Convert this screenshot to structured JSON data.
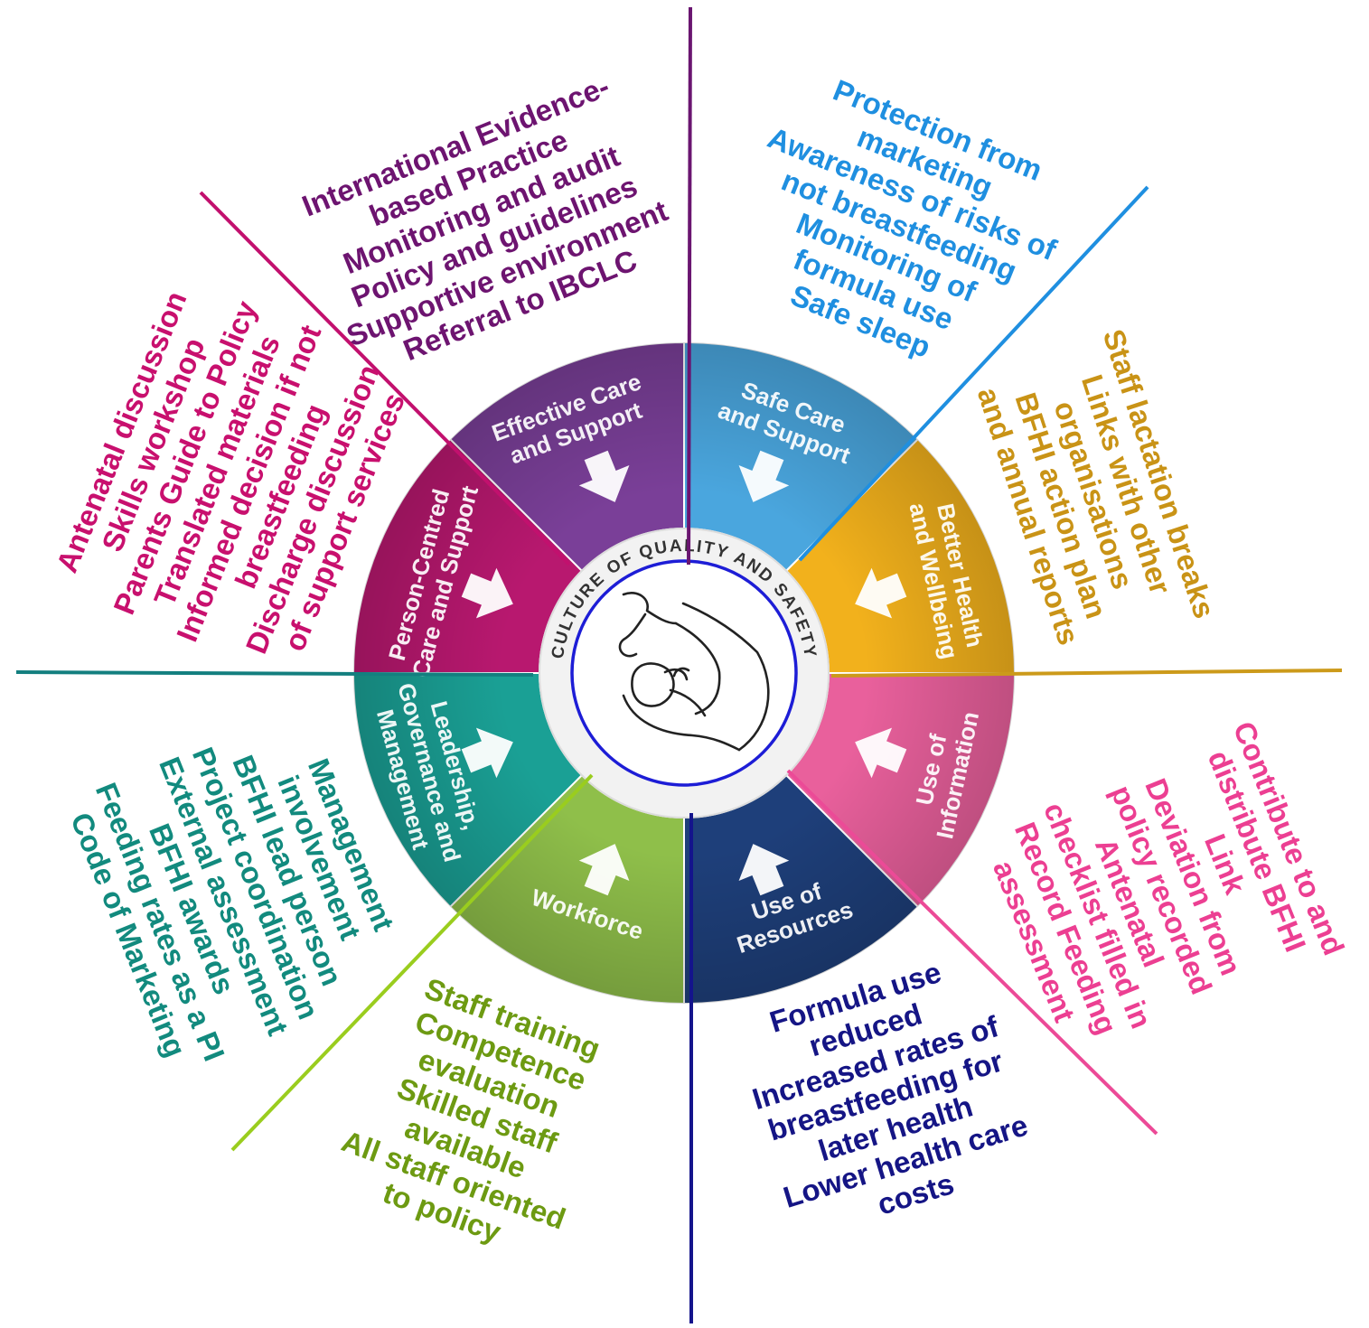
{
  "center": {
    "title": "CULTURE OF QUALITY AND SAFETY",
    "image": "breastfeeding-mother-icon"
  },
  "segments": [
    {
      "name": "Effective Care and Support",
      "label_lines": [
        "Effective Care",
        "and Support"
      ],
      "color": "#7a3f98",
      "divider_color": "#6a1570",
      "text_color": "#6d1470",
      "items": [
        "International Evidence-",
        "based Practice",
        "Monitoring and audit",
        "Policy and guidelines",
        "Supportive environment",
        "Referral to IBCLC"
      ]
    },
    {
      "name": "Safe Care and Support",
      "label_lines": [
        "Safe Care",
        "and Support"
      ],
      "color": "#4aa6de",
      "divider_color": "#1f8fe0",
      "text_color": "#1f8fe0",
      "items": [
        "Protection from",
        "marketing",
        "Awareness of risks of",
        "not breastfeeding",
        "Monitoring of",
        "formula use",
        "Safe sleep"
      ]
    },
    {
      "name": "Better Health and Wellbeing",
      "label_lines": [
        "Better Health",
        "and Wellbeing"
      ],
      "color": "#f2b11c",
      "divider_color": "#cc9a1a",
      "text_color": "#c99316",
      "items": [
        "Staff lactation breaks",
        "Links with other",
        "organisations",
        "BFHI action plan",
        "and annual reports"
      ]
    },
    {
      "name": "Use of Information",
      "label_lines": [
        "Use of",
        "Information"
      ],
      "color": "#e9609c",
      "divider_color": "#ec4a97",
      "text_color": "#ec3f92",
      "items": [
        "Contribute to and",
        "distribute BFHI",
        "Link",
        "Deviation from",
        "policy recorded",
        "Antenatal",
        "checklist filled in",
        "Record Feeding",
        "assessment"
      ]
    },
    {
      "name": "Use of Resources",
      "label_lines": [
        "Use of",
        "Resources"
      ],
      "color": "#1e3f7a",
      "divider_color": "#14148c",
      "text_color": "#151585",
      "items": [
        "Formula use",
        "reduced",
        "Increased rates of",
        "breastfeeding for",
        "later health",
        "Lower health care",
        "costs"
      ]
    },
    {
      "name": "Workforce",
      "label_lines": [
        "Workforce"
      ],
      "color": "#8fbf4a",
      "divider_color": "#9acd1e",
      "text_color": "#6d9a12",
      "items": [
        "Staff training",
        "Competence",
        "evaluation",
        "Skilled staff",
        "available",
        "All staff oriented",
        "to policy"
      ]
    },
    {
      "name": "Leadership, Governance and Management",
      "label_lines": [
        "Leadership,",
        "Governance and",
        "Management"
      ],
      "color": "#1aa095",
      "divider_color": "#137f7f",
      "text_color": "#128a7e",
      "items": [
        "Management",
        "involvement",
        "BFHI lead person",
        "Project coordination",
        "External assessment",
        "BFHI awards",
        "Feeding rates as a PI",
        "Code of Marketing"
      ]
    },
    {
      "name": "Person-Centred Care and Support",
      "label_lines": [
        "Person-Centred",
        "Care and Support"
      ],
      "color": "#b8186f",
      "divider_color": "#c2106e",
      "text_color": "#c8106e",
      "items": [
        "Antenatal discussion",
        "Skills workshop",
        "Parents Guide to Policy",
        "Translated materials",
        "Informed decision if not",
        "breastfeeding",
        "Discharge discussion",
        "of support services"
      ]
    }
  ]
}
